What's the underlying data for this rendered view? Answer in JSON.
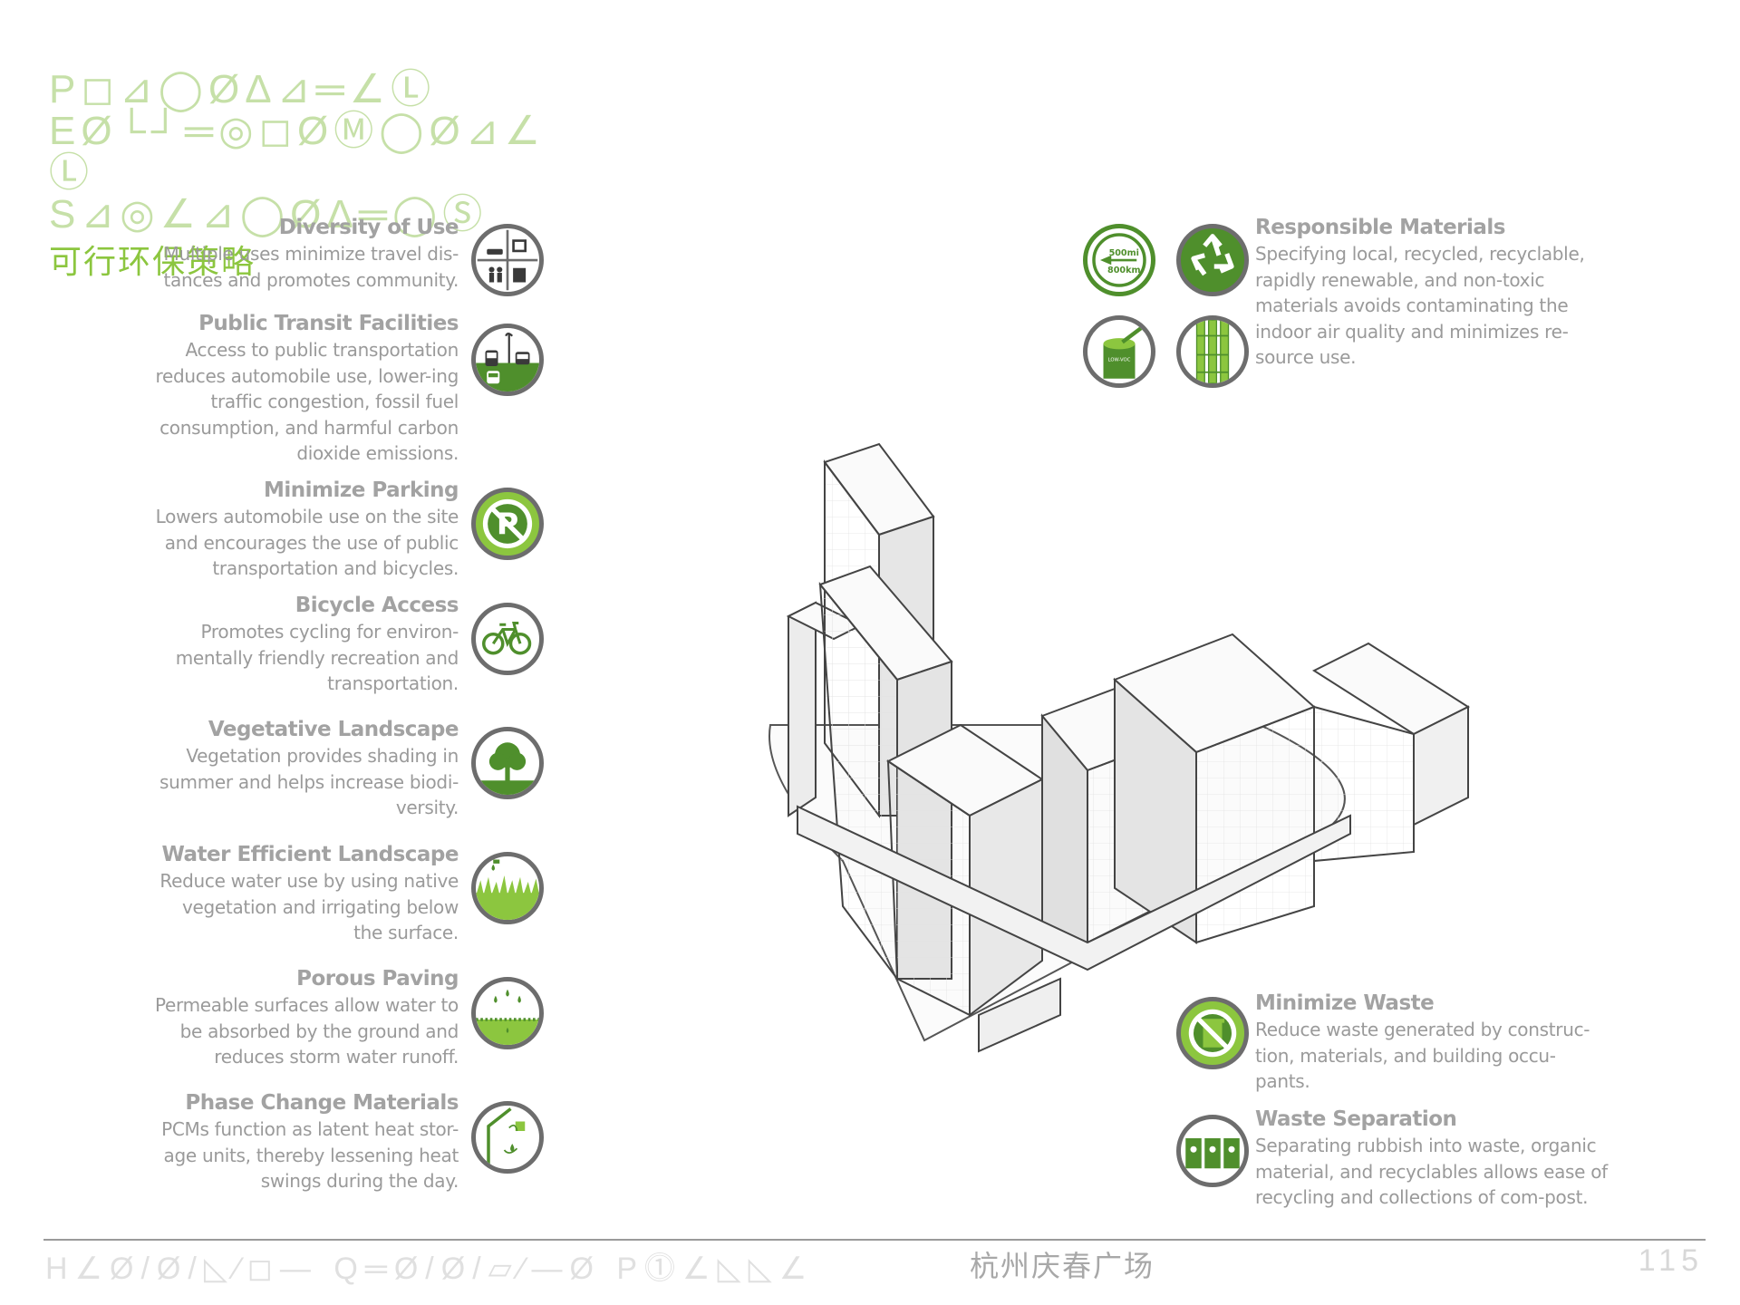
{
  "title": {
    "lines": [
      "P◻⊿◯ØΔ⊿═∠Ⓛ",
      "EØ└┘═◎◻ØⓂ◯Ø⊿∠",
      "Ⓛ",
      "S⊿◎∠⊿◯ØΔ═◯Ⓢ"
    ],
    "cn": "可行环保策略"
  },
  "features_left": [
    {
      "title": "Diversity of Use",
      "desc": "Multiple uses minimize travel dis-tances and promotes community.",
      "icon": "mixed-use-icon"
    },
    {
      "title": "Public Transit Facilities",
      "desc": "Access to public transportation reduces automobile use, lower-ing traffic congestion, fossil fuel consumption, and harmful carbon dioxide emissions.",
      "icon": "transit-icon"
    },
    {
      "title": "Minimize Parking",
      "desc": "Lowers automobile use on the site and encourages the use of public transportation and bicycles.",
      "icon": "no-parking-icon"
    },
    {
      "title": "Bicycle Access",
      "desc": "Promotes cycling for environ-mentally friendly recreation and transportation.",
      "icon": "bicycle-icon"
    },
    {
      "title": "Vegetative Landscape",
      "desc": "Vegetation provides shading in summer and helps increase biodi-versity.",
      "icon": "tree-icon"
    },
    {
      "title": "Water Efficient Landscape",
      "desc": "Reduce water use by using native vegetation and irrigating below the surface.",
      "icon": "grass-water-icon"
    },
    {
      "title": "Porous Paving",
      "desc": "Permeable surfaces allow water to be absorbed by the ground and reduces storm water runoff.",
      "icon": "porous-paving-icon"
    },
    {
      "title": "Phase Change Materials",
      "desc": "PCMs function as latent heat stor-age units, thereby lessening heat swings during the day.",
      "icon": "phase-change-icon"
    }
  ],
  "materials": {
    "title": "Responsible Materials",
    "desc": "Specifying local, recycled, recyclable, rapidly renewable, and non-toxic materials avoids contaminating the indoor air quality and minimizes re-source use.",
    "distance_top": "500mi",
    "distance_bottom": "800km",
    "paint_label": "LOW-VOC"
  },
  "waste": [
    {
      "title": "Minimize Waste",
      "desc": "Reduce waste generated by construc-tion, materials, and building occu-pants.",
      "icon": "no-trash-icon"
    },
    {
      "title": "Waste Separation",
      "desc": "Separating rubbish into waste, organic material, and recyclables allows ease of recycling and collections of com-post.",
      "icon": "bins-icon"
    }
  ],
  "footer": {
    "project_en": "H∠Ø/Ø/◺⁄◻— Q═Ø/Ø/▱⁄—Ø P⓵∠◺◺∠",
    "project_cn": "杭州庆春广场",
    "page": "115"
  },
  "colors": {
    "accent": "#8cc63f",
    "icon_green": "#4f8f2c",
    "text": "#9a9a9a"
  }
}
